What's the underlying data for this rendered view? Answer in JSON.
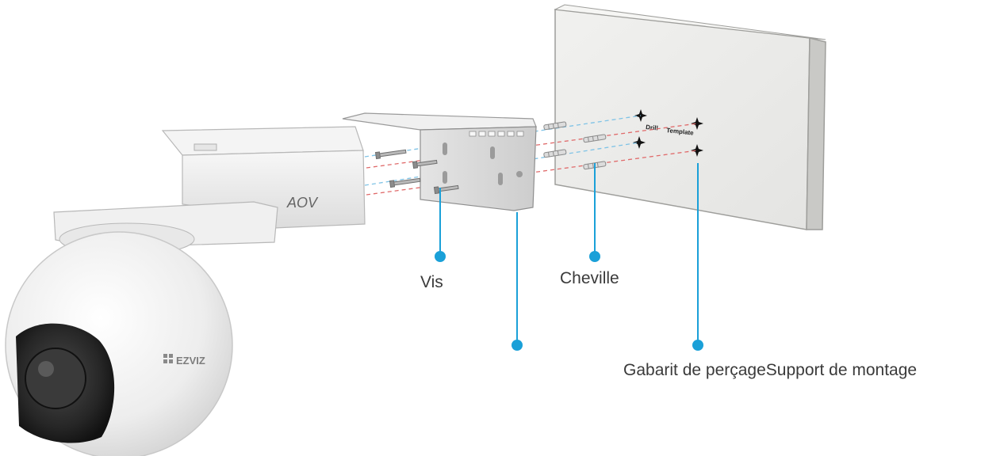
{
  "diagram": {
    "callouts": {
      "screw": {
        "label": "Vis"
      },
      "anchor": {
        "label": "Cheville"
      },
      "combined": {
        "label": "Gabarit de perçageSupport de montage"
      },
      "bracket_plate": {
        "label": ""
      }
    },
    "product_markings": {
      "arm_logo": "AOV",
      "brand_logo": "EZVIZ",
      "template_text_1": "Drill",
      "template_text_2": "Template"
    },
    "colors": {
      "callout": "#1aa0d8",
      "blue_dash": "#7fc3e6",
      "red_dash": "#e06a6a",
      "wall": "#ededeb",
      "wall_side": "#c9c9c6",
      "camera_body": "#f1f1f1",
      "lens": "#2b2b2b"
    }
  }
}
